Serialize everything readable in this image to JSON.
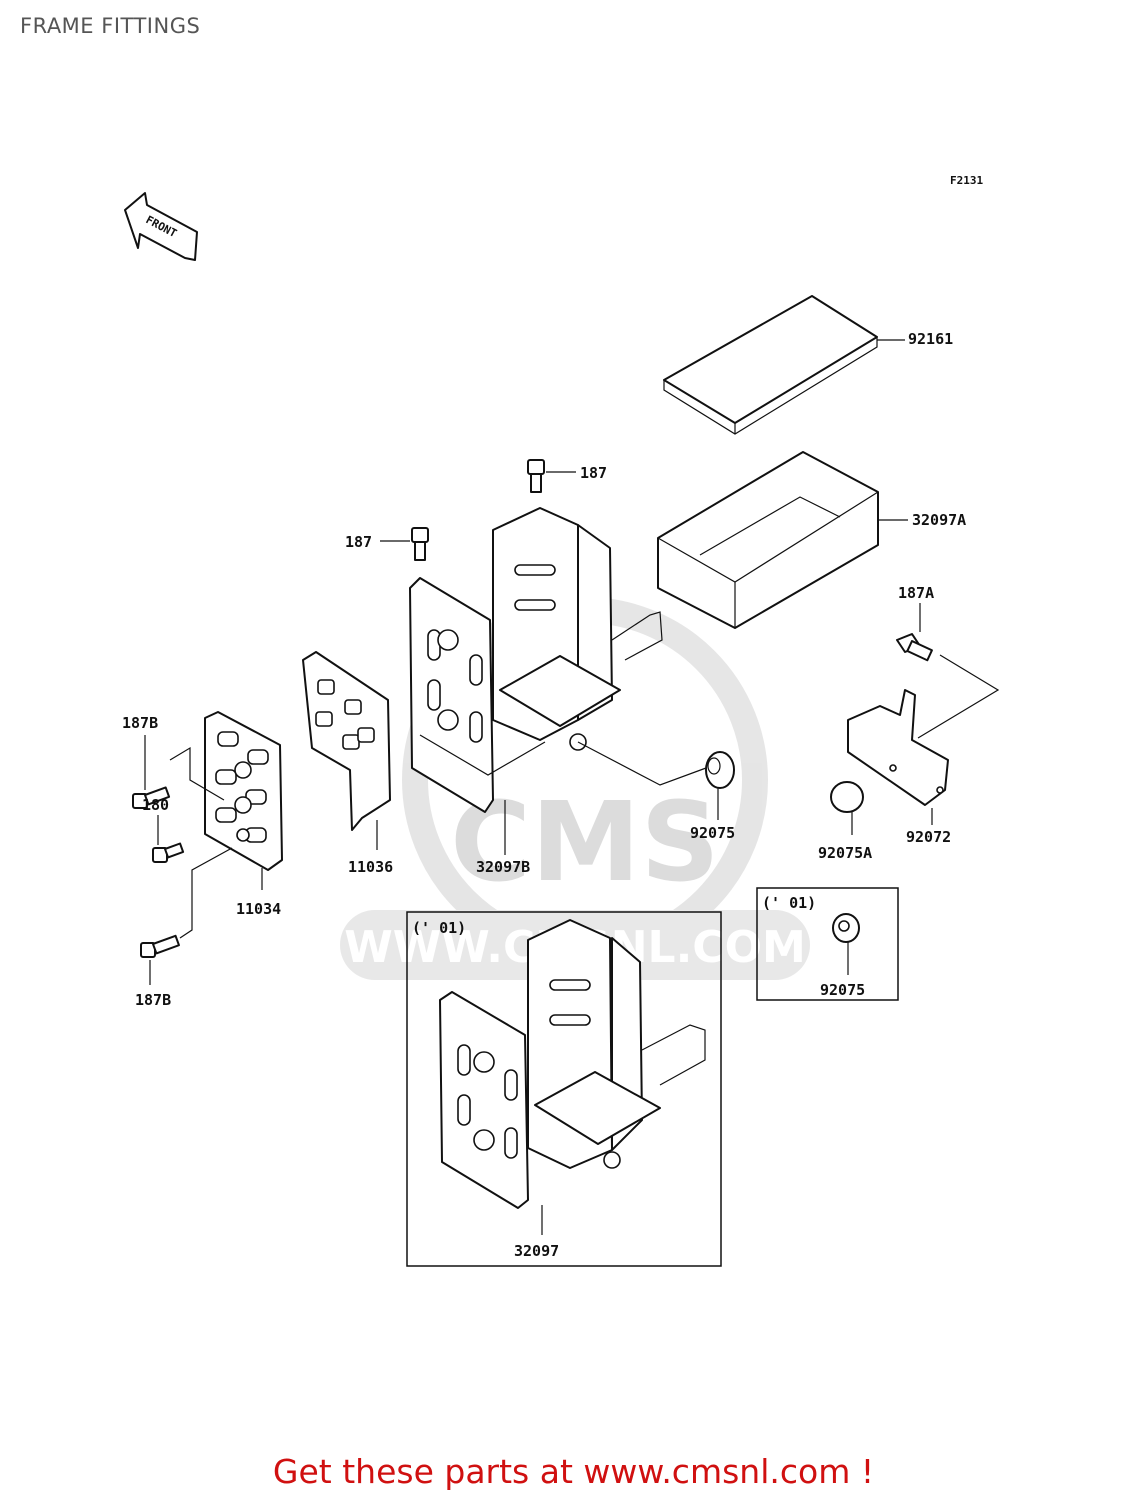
{
  "title": "FRAME FITTINGS",
  "figure_code": "F2131",
  "front_arrow_label": "FRONT",
  "watermark": {
    "logo": "CMS",
    "url": "WWW.CMSNL.COM"
  },
  "parts": {
    "p92161": "92161",
    "p187_top": "187",
    "p32097A": "32097A",
    "p187_left": "187",
    "p187A": "187A",
    "p187B_top": "187B",
    "p180": "180",
    "p11036": "11036",
    "p32097B": "32097B",
    "p92075": "92075",
    "p92075A": "92075A",
    "p92072": "92072",
    "p11034": "11034",
    "p187B_bottom": "187B",
    "p32097": "32097",
    "p92075_box": "92075"
  },
  "variant_boxes": {
    "left": "(' 01)",
    "right": "(' 01)"
  },
  "cta": "Get these parts at www.cmsnl.com !"
}
